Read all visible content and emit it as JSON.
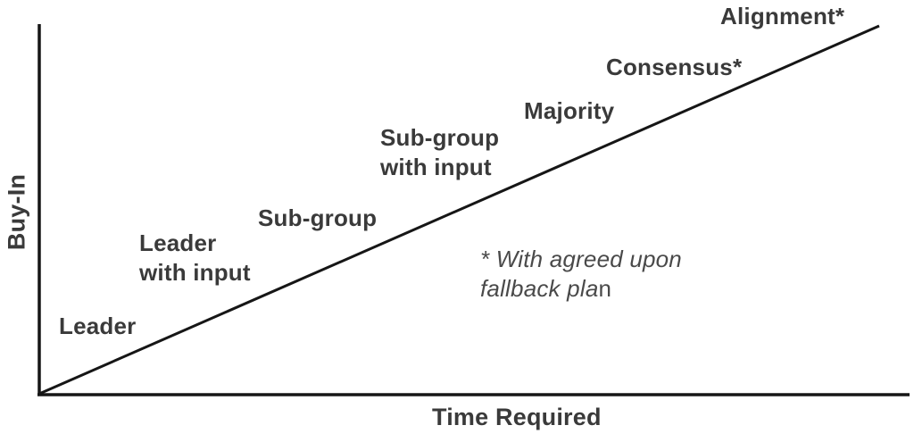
{
  "chart_data": {
    "type": "line",
    "title": "",
    "xlabel": "Time Required",
    "ylabel": "Buy-In",
    "grid": false,
    "axis_tick_labels": false,
    "legend": false,
    "line": {
      "from": {
        "time": 0.0,
        "buy_in": 0.0
      },
      "to": {
        "time": 1.0,
        "buy_in": 1.0
      }
    },
    "points": [
      {
        "label": "Leader",
        "time": 0.07,
        "buy_in": 0.07
      },
      {
        "label": "Leader\nwith input",
        "time": 0.19,
        "buy_in": 0.19
      },
      {
        "label": "Sub-group",
        "time": 0.33,
        "buy_in": 0.33
      },
      {
        "label": "Sub-group\nwith input",
        "time": 0.48,
        "buy_in": 0.48
      },
      {
        "label": "Majority",
        "time": 0.64,
        "buy_in": 0.64
      },
      {
        "label": "Consensus*",
        "time": 0.76,
        "buy_in": 0.76
      },
      {
        "label": "Alignment*",
        "time": 0.89,
        "buy_in": 0.89
      }
    ],
    "annotation": {
      "full_text": "* With agreed upon fallback plan",
      "line1": "* With agreed upon",
      "line2_italic": "fallback pla",
      "line2_upright": "n"
    }
  },
  "colors": {
    "background": "#ffffff",
    "axis_line": "#161616",
    "trend_line": "#161616",
    "label_text": "#3a3a3a",
    "annotation_text": "#4a4a4a"
  }
}
